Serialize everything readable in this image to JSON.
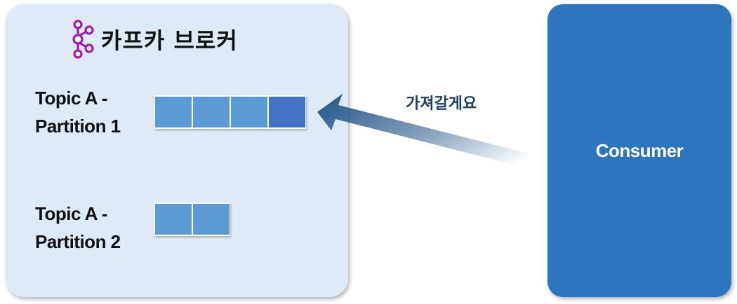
{
  "broker": {
    "title": "카프카 브로커",
    "icon": "kafka-icon",
    "background_color": "#deeaf6"
  },
  "partitions": [
    {
      "label_line1": "Topic A -",
      "label_line2": "Partition 1",
      "message_count": 4,
      "highlighted_index": 3
    },
    {
      "label_line1": "Topic A -",
      "label_line2": "Partition 2",
      "message_count": 2
    }
  ],
  "arrow": {
    "label": "가져갈게요",
    "direction": "consumer-to-partition-1",
    "color": "#2f5f8f"
  },
  "consumer": {
    "label": "Consumer",
    "background_color": "#2e75c0"
  },
  "colors": {
    "message": "#5b9bd5",
    "message_highlighted": "#4472c4",
    "kafka_icon": "#a21caf"
  }
}
